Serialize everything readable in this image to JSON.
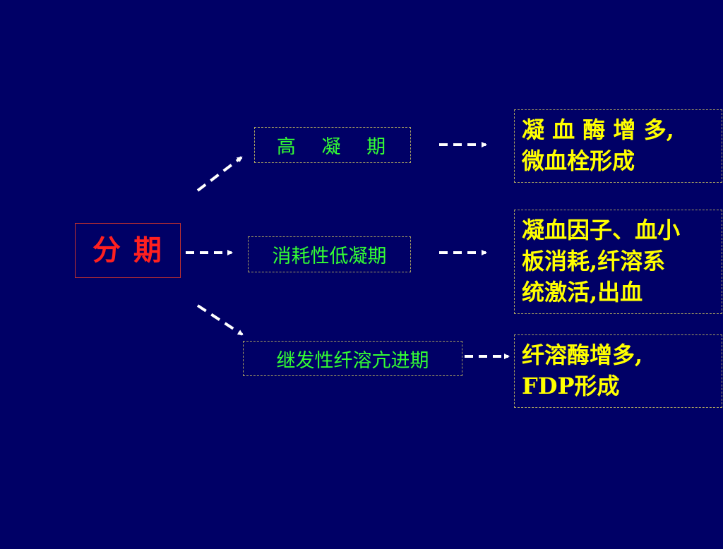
{
  "root": {
    "label": "分 期"
  },
  "stages": [
    {
      "label": "高 凝 期"
    },
    {
      "label": "消耗性低凝期"
    },
    {
      "label": "继发性纤溶亢进期"
    }
  ],
  "results": [
    {
      "lines": [
        "凝 血 酶 增 多,",
        "微血栓形成"
      ]
    },
    {
      "lines": [
        "凝血因子、血小",
        "板消耗,纤溶系",
        "统激活,出血"
      ]
    },
    {
      "lines": [
        "纤溶酶增多,",
        "FDP形成"
      ]
    }
  ],
  "colors": {
    "background": "#000066",
    "root_text": "#ff2020",
    "stage_text": "#33ff33",
    "result_text": "#ffff00",
    "arrow": "#ffffff"
  }
}
